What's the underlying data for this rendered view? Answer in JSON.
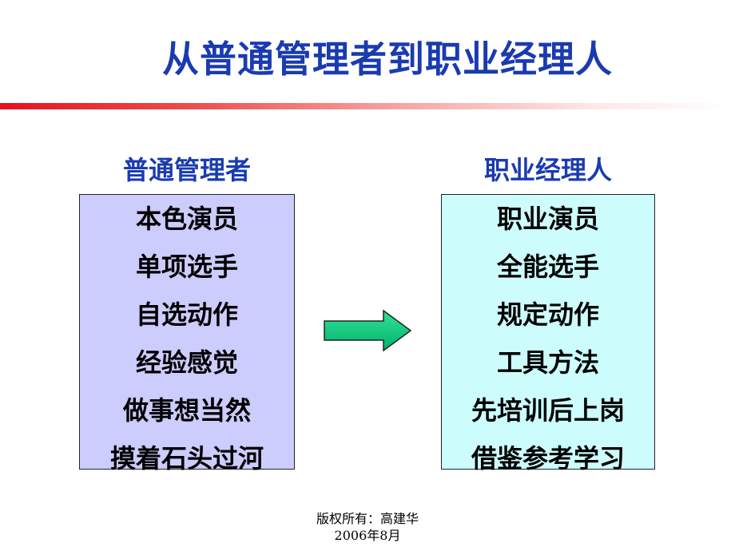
{
  "title": "从普通管理者到职业经理人",
  "left_column": {
    "heading": "普通管理者",
    "items": [
      "本色演员",
      "单项选手",
      "自选动作",
      "经验感觉",
      "做事想当然",
      "摸着石头过河"
    ]
  },
  "right_column": {
    "heading": "职业经理人",
    "items": [
      "职业演员",
      "全能选手",
      "规定动作",
      "工具方法",
      "先培训后上岗",
      "借鉴参考学习"
    ]
  },
  "footer": {
    "copyright": "版权所有：高建华",
    "date": "2006年8月"
  },
  "colors": {
    "title": "#1a3bb0",
    "rule": "#e8101c",
    "left_box_fill": "#ccccfd",
    "right_box_fill": "#ccfcfc",
    "arrow_fill": "#00c87a"
  },
  "icons": {
    "arrow": "right-arrow-icon"
  }
}
